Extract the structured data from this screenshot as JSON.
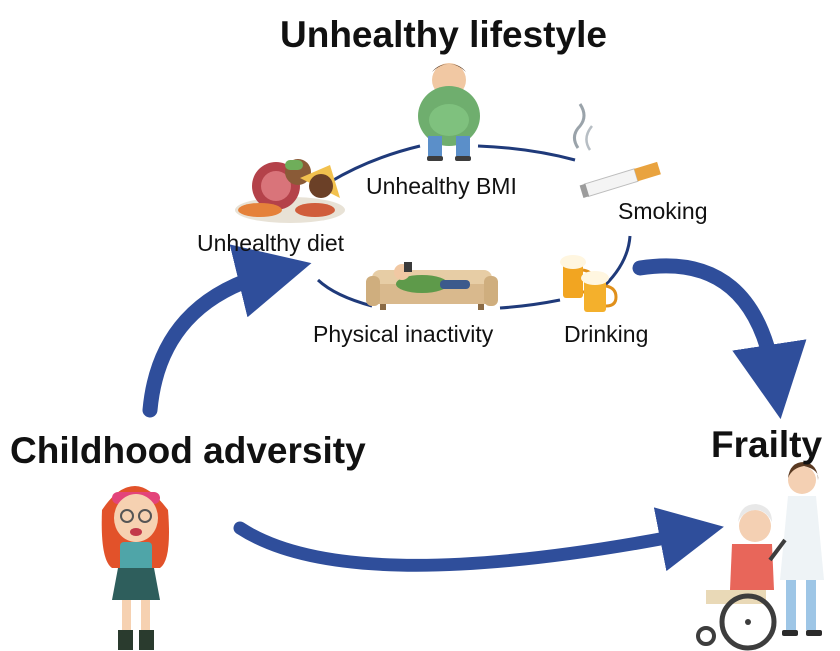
{
  "title": "Unhealthy lifestyle",
  "left_node": "Childhood adversity",
  "right_node": "Frailty",
  "factors": {
    "bmi": "Unhealthy BMI",
    "smoking": "Smoking",
    "diet": "Unhealthy diet",
    "inactivity": "Physical inactivity",
    "drinking": "Drinking"
  },
  "colors": {
    "arrow": "#2F4E9B",
    "cycle": "#1F3A7A",
    "text": "#111111"
  },
  "icons": {
    "bmi": "overweight-person-icon",
    "smoking": "cigarette-icon",
    "diet": "fast-food-icon",
    "inactivity": "couch-lying-person-icon",
    "drinking": "beer-mugs-icon",
    "childhood": "crying-girl-icon",
    "frailty": "wheelchair-elder-with-nurse-icon"
  }
}
